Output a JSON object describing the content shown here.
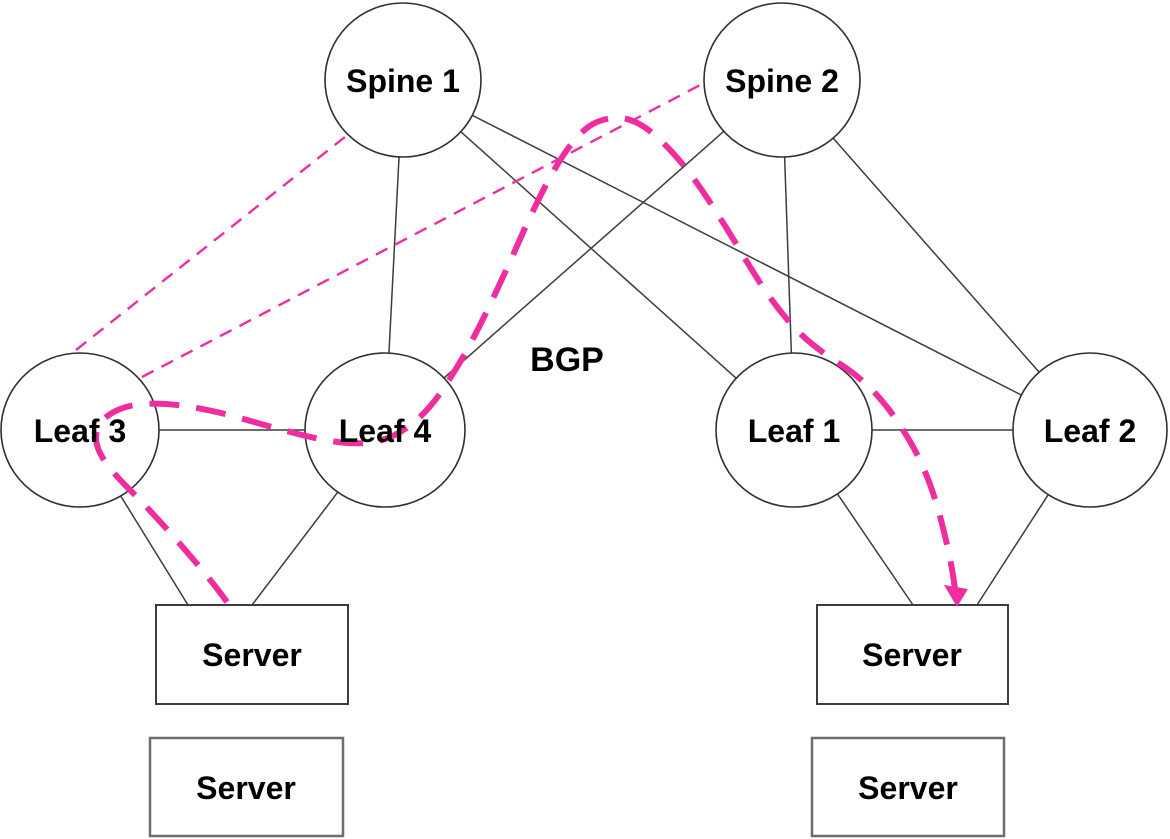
{
  "diagram": {
    "type": "spine-leaf-network-topology",
    "annotation": {
      "bgp_label": "BGP"
    },
    "colors": {
      "highlight_pink": "#EE2E9F",
      "link_black": "#3C3C3C",
      "node_stroke": "#2F2F2F",
      "server_box_stroke": "#3D3D3D",
      "server_box_secondary_stroke": "#6E6E6E",
      "node_fill": "#FFFFFF",
      "background": "#FFFFFF",
      "label_text": "#000000"
    },
    "nodes": {
      "spine1": {
        "label": "Spine 1",
        "type": "spine"
      },
      "spine2": {
        "label": "Spine 2",
        "type": "spine"
      },
      "leaf3": {
        "label": "Leaf 3",
        "type": "leaf"
      },
      "leaf4": {
        "label": "Leaf 4",
        "type": "leaf"
      },
      "leaf1": {
        "label": "Leaf 1",
        "type": "leaf"
      },
      "leaf2": {
        "label": "Leaf 2",
        "type": "leaf"
      },
      "server_left_1": {
        "label": "Server",
        "type": "server"
      },
      "server_left_2": {
        "label": "Server",
        "type": "server"
      },
      "server_right_1": {
        "label": "Server",
        "type": "server"
      },
      "server_right_2": {
        "label": "Server",
        "type": "server"
      }
    },
    "links": [
      {
        "from": "spine1",
        "to": "leaf4",
        "style": "solid"
      },
      {
        "from": "spine1",
        "to": "leaf1",
        "style": "solid"
      },
      {
        "from": "spine1",
        "to": "leaf2",
        "style": "solid"
      },
      {
        "from": "spine2",
        "to": "leaf4",
        "style": "solid"
      },
      {
        "from": "spine2",
        "to": "leaf1",
        "style": "solid"
      },
      {
        "from": "spine2",
        "to": "leaf2",
        "style": "solid"
      },
      {
        "from": "leaf3",
        "to": "leaf4",
        "style": "solid"
      },
      {
        "from": "leaf1",
        "to": "leaf2",
        "style": "solid"
      },
      {
        "from": "leaf3",
        "to": "server_left_1",
        "style": "solid"
      },
      {
        "from": "leaf4",
        "to": "server_left_1",
        "style": "solid"
      },
      {
        "from": "leaf1",
        "to": "server_right_1",
        "style": "solid"
      },
      {
        "from": "leaf2",
        "to": "server_right_1",
        "style": "solid"
      },
      {
        "from": "leaf3",
        "to": "spine1",
        "style": "pink-dashed-thin"
      },
      {
        "from": "leaf3",
        "to": "spine2",
        "style": "pink-dashed-thin"
      }
    ],
    "flow_path": {
      "style": "pink-dashed-thick-arrow",
      "waypoints": [
        "server_left_1",
        "leaf3",
        "leaf4",
        "spine-layer",
        "server_right_1"
      ],
      "arrow_at": "server_right_1"
    }
  }
}
